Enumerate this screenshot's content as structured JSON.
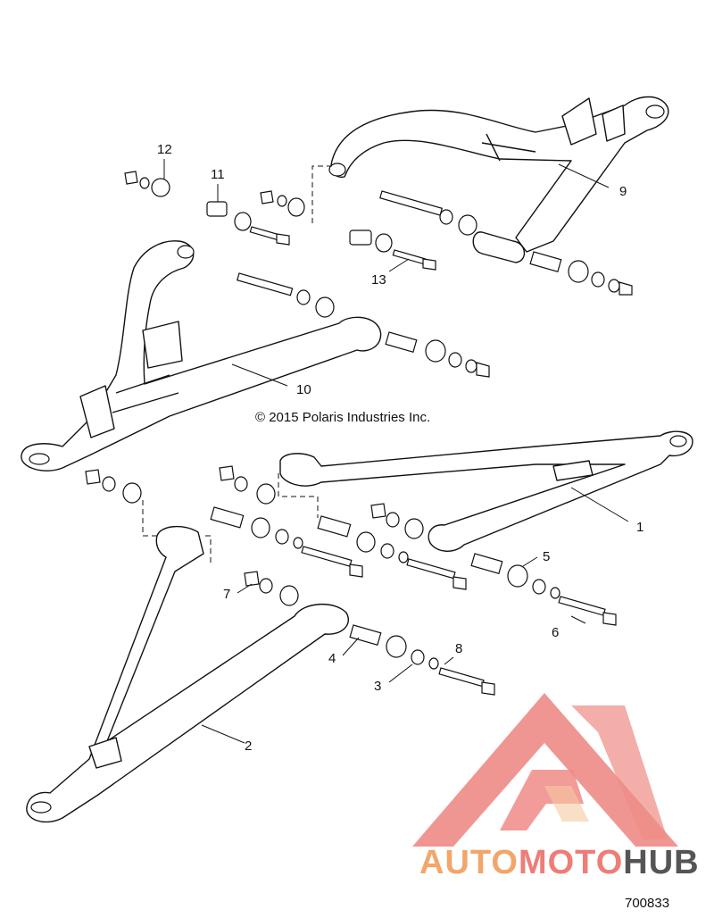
{
  "diagram": {
    "copyright": "© 2015 Polaris Industries Inc.",
    "figure_number": "700833",
    "callouts": {
      "c1": "1",
      "c2": "2",
      "c3": "3",
      "c4": "4",
      "c5": "5",
      "c6": "6",
      "c7": "7",
      "c8": "8",
      "c9": "9",
      "c10": "10",
      "c11": "11",
      "c12": "12",
      "c13": "13"
    }
  },
  "watermark": {
    "word_auto": "AUTO",
    "word_moto": "MOTO",
    "word_hub": "HUB",
    "colors": {
      "auto": "#f2a66a",
      "moto": "#ee7d78",
      "hub": "#555555",
      "logo": "#ee8b86"
    }
  }
}
